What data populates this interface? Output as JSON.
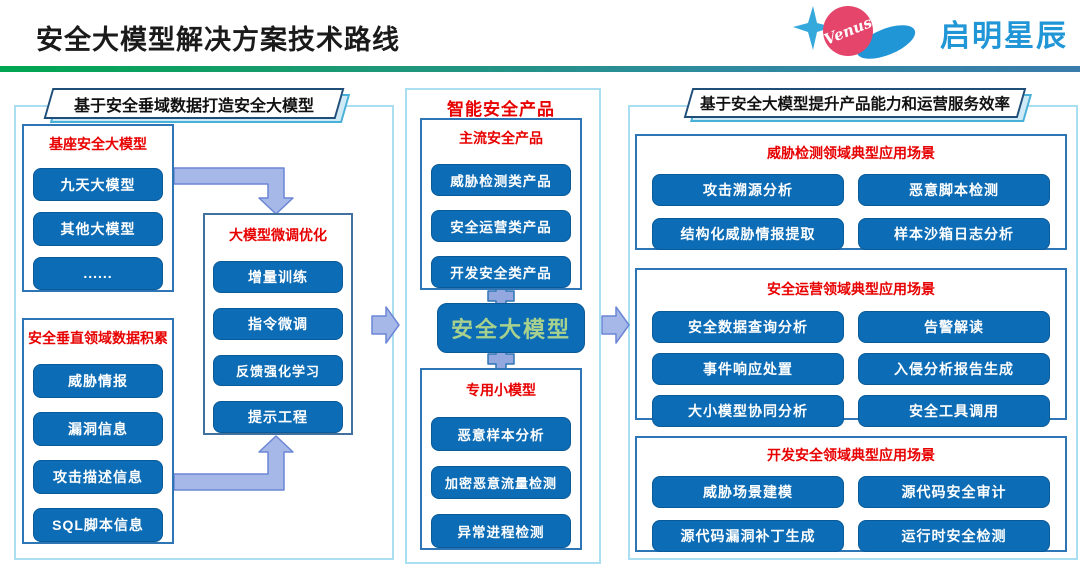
{
  "header": {
    "title": "安全大模型解决方案技术路线"
  },
  "logo": {
    "venus": "Venus",
    "company": "启明星辰"
  },
  "left": {
    "banner": "基于安全垂域数据打造安全大模型",
    "base_models": {
      "title": "基座安全大模型",
      "items": [
        "九天大模型",
        "其他大模型",
        "......"
      ]
    },
    "finetune": {
      "title": "大模型微调优化",
      "items": [
        "增量训练",
        "指令微调",
        "反馈强化学习",
        "提示工程"
      ]
    },
    "data_accum": {
      "title": "安全垂直领域数据积累",
      "items": [
        "威胁情报",
        "漏洞信息",
        "攻击描述信息",
        "SQL脚本信息"
      ]
    }
  },
  "middle": {
    "title": "智能安全产品",
    "mainstream": {
      "title": "主流安全产品",
      "items": [
        "威胁检测类产品",
        "安全运营类产品",
        "开发安全类产品"
      ]
    },
    "core_model": "安全大模型",
    "small_models": {
      "title": "专用小模型",
      "items": [
        "恶意样本分析",
        "加密恶意流量检测",
        "异常进程检测"
      ]
    }
  },
  "right": {
    "banner": "基于安全大模型提升产品能力和运营服务效率",
    "sections": [
      {
        "title": "威胁检测领域典型应用场景",
        "items": [
          "攻击溯源分析",
          "恶意脚本检测",
          "结构化威胁情报提取",
          "样本沙箱日志分析"
        ]
      },
      {
        "title": "安全运营领域典型应用场景",
        "items": [
          "安全数据查询分析",
          "告警解读",
          "事件响应处置",
          "入侵分析报告生成",
          "大小模型协同分析",
          "安全工具调用"
        ]
      },
      {
        "title": "开发安全领域典型应用场景",
        "items": [
          "威胁场景建模",
          "源代码安全审计",
          "源代码漏洞补丁生成",
          "运行时安全检测"
        ]
      }
    ]
  },
  "colors": {
    "button_blue": "#0c6cb5",
    "title_red": "#e80000",
    "core_model_green": "#a9d18e",
    "brand_blue": "#2196d6",
    "brand_pink": "#e5446b",
    "frame_cyan": "#a9dff0",
    "arrow_periwinkle": "#a6b8e8",
    "divider_green": "#00a651",
    "divider_teal": "#3a7cab"
  }
}
